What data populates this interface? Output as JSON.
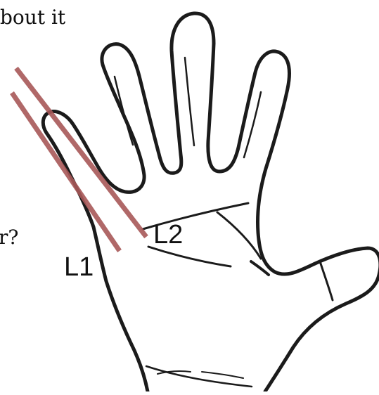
{
  "fragments": {
    "top": "bout it",
    "left": "r?"
  },
  "labels": {
    "l1": "L1",
    "l2": "L2"
  },
  "colors": {
    "line": "#a85858",
    "outline": "#1b1b1b"
  },
  "icons": {
    "hand": "hand-outline-icon"
  }
}
